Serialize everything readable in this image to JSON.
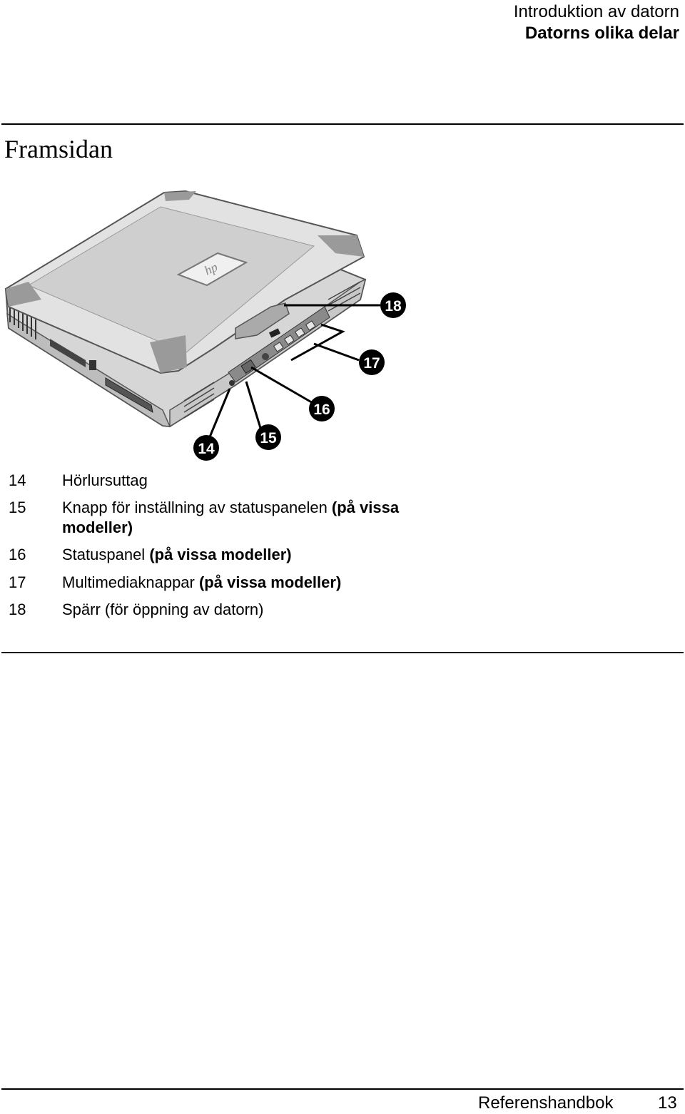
{
  "header": {
    "chapter": "Introduktion av datorn",
    "section": "Datorns olika delar"
  },
  "page_title": "Framsidan",
  "figure": {
    "callouts": [
      "14",
      "15",
      "16",
      "17",
      "18"
    ]
  },
  "legend": [
    {
      "num": "14",
      "text": "Hörlursuttag",
      "bold": ""
    },
    {
      "num": "15",
      "text": "Knapp för inställning av statuspanelen ",
      "bold": "(på vissa",
      "cont": "modeller)"
    },
    {
      "num": "16",
      "text": "Statuspanel ",
      "bold": "(på vissa modeller)"
    },
    {
      "num": "17",
      "text": "Multimediaknappar ",
      "bold": "(på vissa modeller)"
    },
    {
      "num": "18",
      "text": "Spärr (för öppning av datorn)",
      "bold": ""
    }
  ],
  "footer": {
    "manual": "Referenshandbok",
    "page": "13"
  }
}
